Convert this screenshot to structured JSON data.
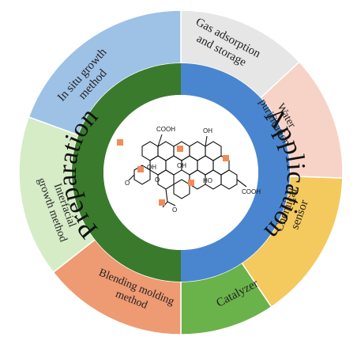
{
  "diagram": {
    "inner_left_label": "Preparation",
    "inner_right_label": "Application",
    "segments": [
      {
        "id": "gas",
        "label_lines": [
          "Gas adsorption",
          "and storage"
        ],
        "color": "#e6e6e6"
      },
      {
        "id": "water",
        "label_lines": [
          "Water",
          "purification"
        ],
        "color": "#f7d3c7"
      },
      {
        "id": "sensor",
        "label_lines": [
          "Chemical",
          "sensor"
        ],
        "color": "#f4c95d"
      },
      {
        "id": "catalyzer",
        "label_lines": [
          "Catalyzer"
        ],
        "color": "#6ab24a"
      },
      {
        "id": "blending",
        "label_lines": [
          "Blending molding",
          "method"
        ],
        "color": "#ee9a72"
      },
      {
        "id": "interfacial",
        "label_lines": [
          "Interfacial",
          "growth method"
        ],
        "color": "#d5ecc6"
      },
      {
        "id": "insitu",
        "label_lines": [
          "In situ growth",
          "method"
        ],
        "color": "#9ec1e6"
      }
    ],
    "inner_colors": {
      "preparation": "#3a7a2c",
      "application": "#4a86cf"
    },
    "molecule_labels": {
      "cooh_top": "COOH",
      "oh_top": "OH",
      "oh_center": "OH",
      "oh_mid": "OH",
      "o_epoxide_left": "O",
      "o_epoxide_right": "O",
      "ho_right": "HO",
      "cooh_right": "COOH",
      "o_ketone": "O"
    }
  }
}
